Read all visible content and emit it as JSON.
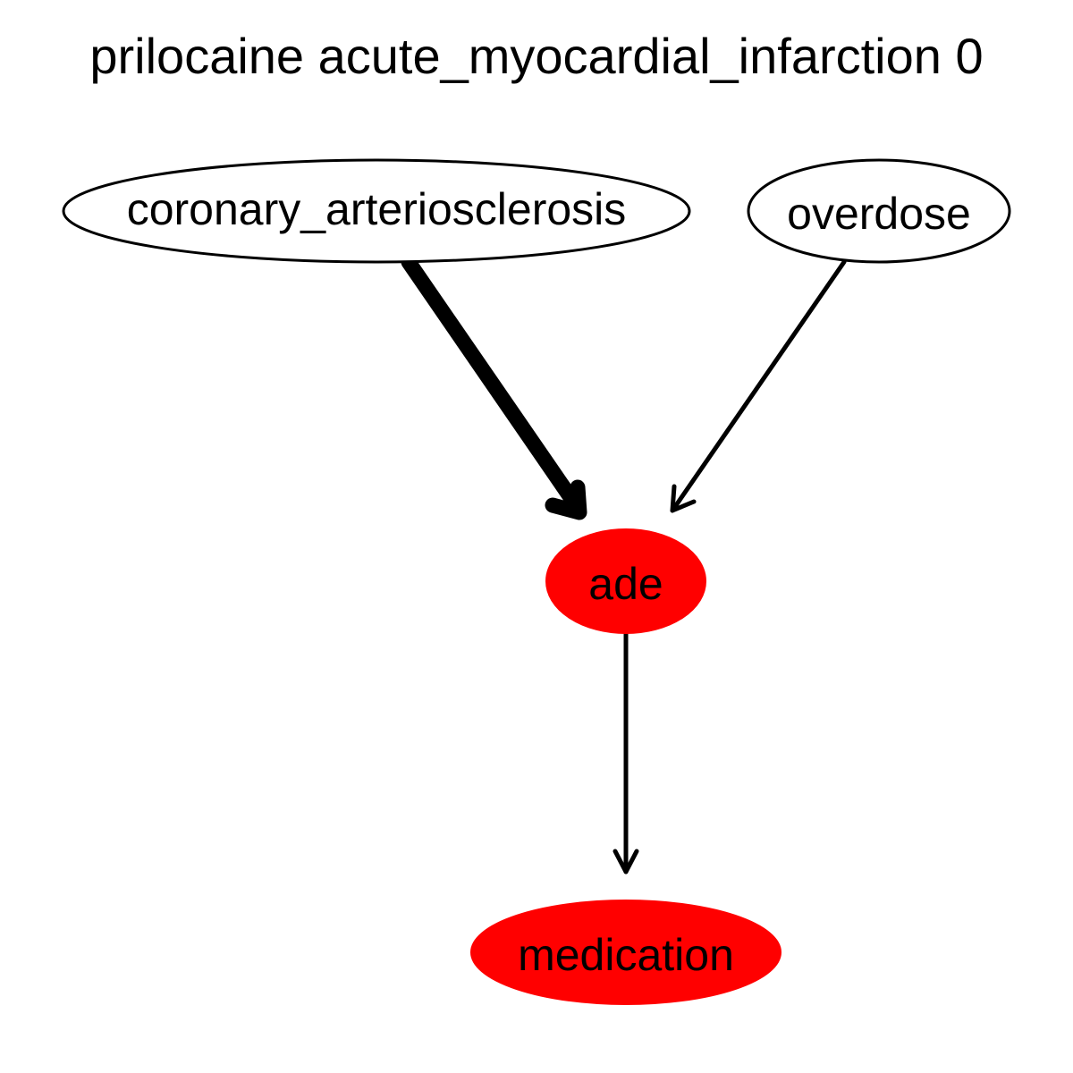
{
  "title": "prilocaine acute_myocardial_infarction 0",
  "colors": {
    "highlight": "#ff0000",
    "outline": "#000000",
    "background": "#ffffff"
  },
  "nodes": {
    "coronary": {
      "label": "coronary_arteriosclerosis",
      "fill": "#ffffff",
      "filled": false
    },
    "overdose": {
      "label": "overdose",
      "fill": "#ffffff",
      "filled": false
    },
    "ade": {
      "label": "ade",
      "fill": "#ff0000",
      "filled": true
    },
    "medication": {
      "label": "medication",
      "fill": "#ff0000",
      "filled": true
    }
  },
  "edges": [
    {
      "from": "coronary_arteriosclerosis",
      "to": "ade",
      "weight": "heavy"
    },
    {
      "from": "overdose",
      "to": "ade",
      "weight": "normal"
    },
    {
      "from": "ade",
      "to": "medication",
      "weight": "normal"
    }
  ]
}
